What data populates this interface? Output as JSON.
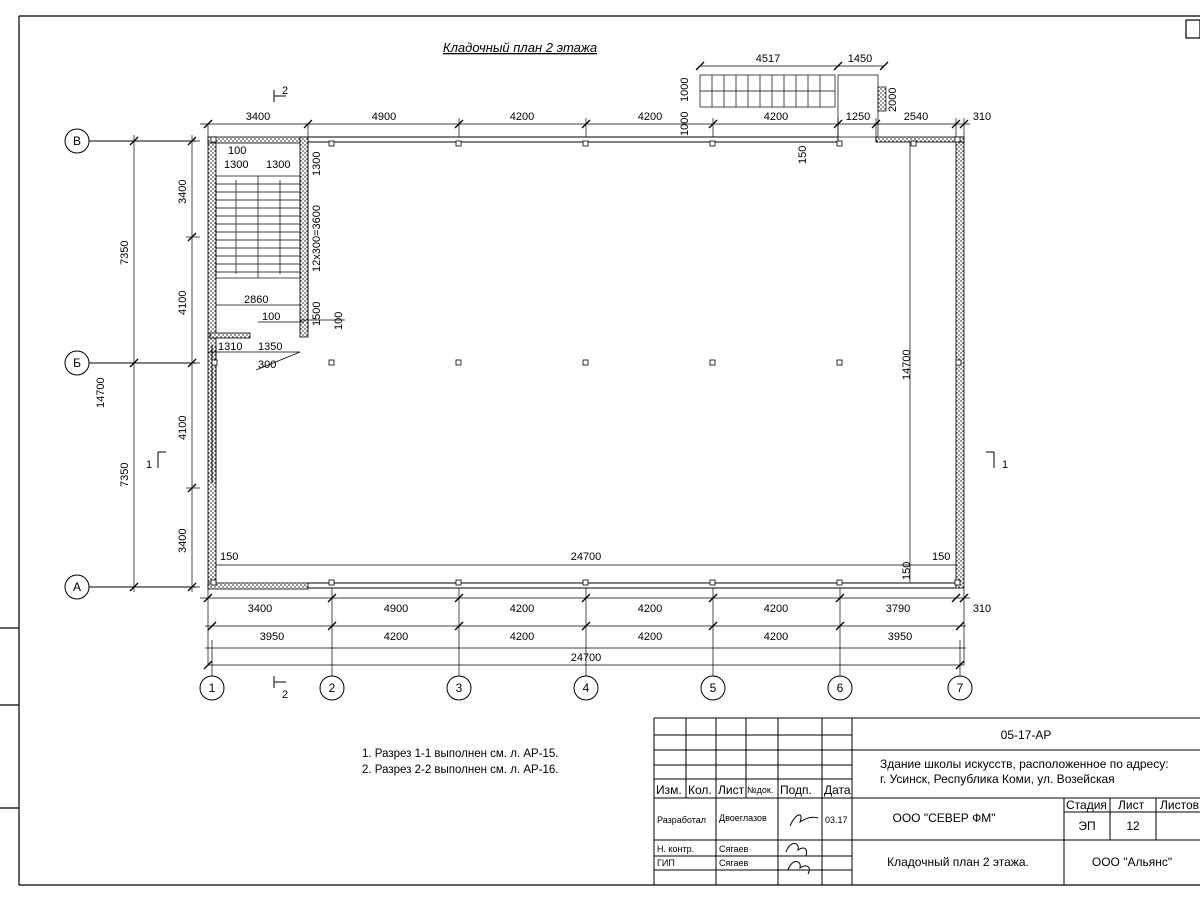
{
  "drawing": {
    "title": "Кладочный план 2 этажа",
    "section_marks": {
      "s1": "1",
      "s2": "2"
    },
    "axes_rows": [
      "В",
      "Б",
      "А"
    ],
    "axes_cols": [
      "1",
      "2",
      "3",
      "4",
      "5",
      "6",
      "7"
    ],
    "dims_top": [
      "3400",
      "4900",
      "4200",
      "4200",
      "4200",
      "1250",
      "2540",
      "310"
    ],
    "dims_top_extra": {
      "d4517": "4517",
      "d1450": "1450",
      "d1000a": "1000",
      "d1000b": "1000",
      "d2000": "2000",
      "d150": "150"
    },
    "dims_bottom_row1": [
      "3400",
      "4900",
      "4200",
      "4200",
      "4200",
      "3790",
      "310"
    ],
    "dims_bottom_row2": [
      "3950",
      "4200",
      "4200",
      "4200",
      "4200",
      "3950"
    ],
    "dims_bottom_total": "24700",
    "dims_left_row1": [
      "3400",
      "4100",
      "4100",
      "3400"
    ],
    "dims_left_row2": [
      "7350",
      "7350"
    ],
    "dims_left_total": "14700",
    "dims_inner": {
      "w150a": "150",
      "w24700": "24700",
      "w150b": "150",
      "h14700": "14700",
      "h150": "150",
      "s100": "100",
      "s1300a": "1300",
      "s1300b": "1300",
      "s1300c": "1300",
      "stairs": "12х300=3600",
      "s2860": "2860",
      "s100b": "100",
      "s1500": "1500",
      "s100c": "100",
      "s1310": "1310",
      "s1350": "1350",
      "s300": "300"
    }
  },
  "notes": [
    "1. Разрез 1-1 выполнен см. л. АР-15.",
    "2. Разрез 2-2 выполнен см. л. АР-16."
  ],
  "title_block": {
    "code": "05-17-АР",
    "project": "Здание школы искусств, расположенное по адресу:",
    "address": "г. Усинск, Республика Коми, ул. Возейская",
    "headers": {
      "izm": "Изм.",
      "kol": "Кол.",
      "list": "Лист",
      "ndok": "№док.",
      "podp": "Подп.",
      "data": "Дата"
    },
    "rows": [
      {
        "role": "Разработал",
        "name": "Двоеглазов",
        "date": "03.17"
      },
      {
        "role": "Н. контр.",
        "name": "Сягаев",
        "date": ""
      },
      {
        "role": "ГИП",
        "name": "Сягаев",
        "date": ""
      }
    ],
    "company": "ООО \"СЕВЕР ФМ\"",
    "stage_label": "Стадия",
    "sheet_label": "Лист",
    "sheets_label": "Листов",
    "stage": "ЭП",
    "sheet": "12",
    "sheet_title": "Кладочный план 2 этажа.",
    "client": "ООО \"Альянс\""
  }
}
